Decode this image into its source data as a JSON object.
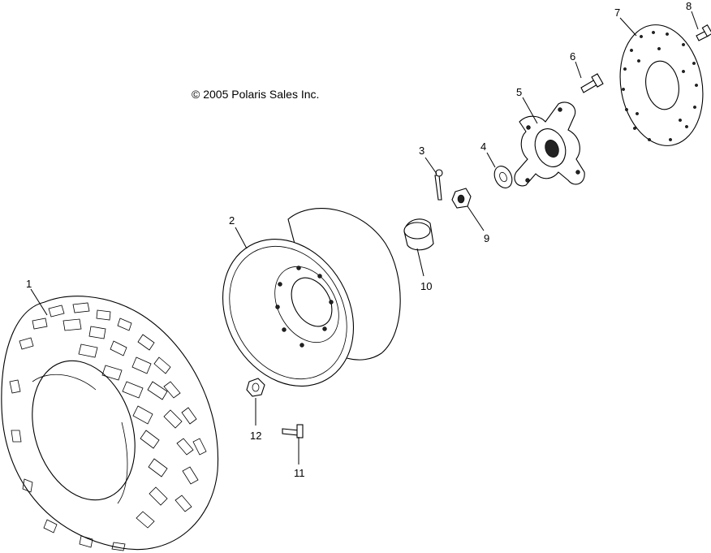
{
  "copyright": "© 2005 Polaris Sales Inc.",
  "callouts": [
    "1",
    "2",
    "3",
    "4",
    "5",
    "6",
    "7",
    "8",
    "9",
    "10",
    "11",
    "12"
  ]
}
